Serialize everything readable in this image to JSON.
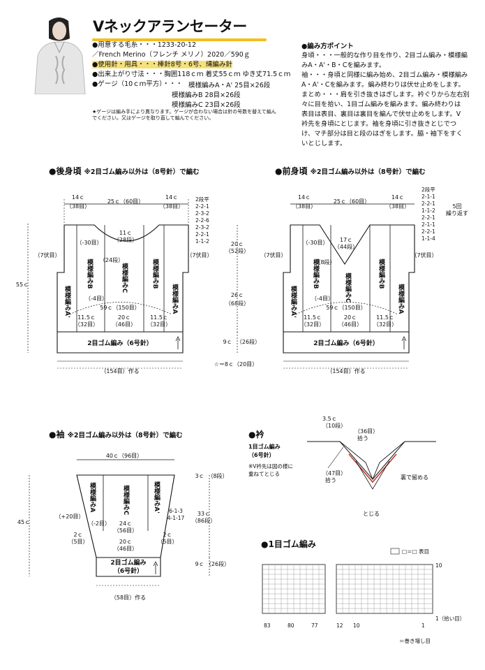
{
  "title": "Vネックアランセーター",
  "specs": {
    "yarn_label": "●用意する毛糸・・・",
    "yarn_code": "1233-20-12",
    "yarn_name": "／French Merino（フレンチ メリノ）2020／590ｇ",
    "needles": "●使用針・用具・・・棒針8号・6号、縄編み針",
    "size": "●出来上がり寸法・・・胸囲118ｃｍ 着丈55ｃｍ ゆき丈71.5ｃｍ",
    "gauge_label": "●ゲージ（10ｃｍ平方）・・・",
    "gauge_1": "模様編みA・A' 25目×26段",
    "gauge_2": "模様編みB  28目×26段",
    "gauge_3": "模様編みC  23目×26段",
    "note": "★ゲージは編み手により異なります。ゲージが合わない場合は針の号数を替えて編んでください。又はゲージを取り直して編んでください。"
  },
  "points": {
    "title": "●編み方ポイント",
    "lines": [
      "身頃・・・一般的な作り目を作り、2目ゴム編み・模様編",
      "みA・A'・B・Cを編みます。",
      "袖・・・身頃と同様に編み始め、2目ゴム編み・模様編み",
      "A・A'・Cを編みます。編み終わりは伏せ止めをします。",
      "まとめ・・・肩を引き抜きはぎします。衿ぐりから左右別",
      "々に目を拾い、1目ゴム編みを編みます。編み終わりは",
      "表目は表目、裏目は裏目を編んで伏せ止めをします。V",
      "衿先を身頃にとじます。袖を身頃に引き抜きとじでつ",
      "け、マチ部分は目と段のはぎをします。脇・袖下をすく",
      "いとじします。"
    ]
  },
  "back": {
    "title": "●後身頃",
    "subtitle": "※2目ゴム編み以外は（8号針）で編む",
    "shoulder_w": "14ｃ",
    "shoulder_st": "（38目）",
    "neck_w": "25ｃ（60目）",
    "neck_depth": "11ｃ",
    "neck_rows": "（28段）",
    "dec_30": "（-30目）",
    "dec_24": "（24段）",
    "dec_4": "（-4目）",
    "width_59": "59ｃ（150目）",
    "side_w": "11.5ｃ",
    "side_st": "（32目）",
    "center_w": "20ｃ",
    "center_st": "（46目）",
    "inc_7": "（7伏目）",
    "ribbing": "2目ゴム編み（6号針）",
    "cast_on": "（154目）作る",
    "height": "55ｃ",
    "armhole_h": "20ｃ",
    "armhole_rows": "（52段）",
    "body_h": "26ｃ",
    "body_rows": "（68段）",
    "rib_h": "9ｃ",
    "rib_rows": "（26段）",
    "star_note": "☆＝8ｃ（20目）",
    "neck_steps": [
      "2段平",
      "2-2-1",
      "2-3-2",
      "2-2-6",
      "2-3-2",
      "2-2-1",
      "1-1-2"
    ],
    "pattern_a": "模様編みA",
    "pattern_a2": "模様編みA'",
    "pattern_b": "模様編みB",
    "pattern_c": "模様編みC"
  },
  "front": {
    "title": "●前身頃",
    "subtitle": "※2目ゴム編み以外は（8号針）で編む",
    "neck_depth": "17ｃ",
    "neck_rows": "（44段）",
    "dec_8": "（8段）",
    "steps": [
      "2段平",
      "2-1-1",
      "2-2-1",
      "1-1-2",
      "2-2-1",
      "2-1-1",
      "2-2-1",
      "1-1-4"
    ],
    "repeat_5": "5回",
    "repeat_label": "繰り返す"
  },
  "sleeve": {
    "title": "●袖",
    "subtitle": "※2目ゴム編み以外は（8号針）で編む",
    "top_w": "40ｃ（96目）",
    "height": "45ｃ",
    "inc_20": "（+20目）",
    "dec_2": "（-2目）",
    "w24": "24ｃ",
    "st56": "（56目）",
    "w20": "20ｃ",
    "st46": "（46目）",
    "side_2c": "2ｃ",
    "side_5": "（5目）",
    "h3": "3ｃ",
    "rows8": "（8段）",
    "h33": "33ｃ",
    "rows86": "（86段）",
    "inc_steps": [
      "6-1-3",
      "4-1-17"
    ],
    "h9": "9ｃ",
    "rows26": "（26段）",
    "ribbing_1": "2目ゴム編み",
    "ribbing_2": "（6号針）",
    "cast_on": "（58目）作る"
  },
  "collar": {
    "title": "●衿",
    "rib_1": "1目ゴム編み",
    "rib_2": "（6号針）",
    "note_1": "※V衿先は図の様に",
    "note_2": "重ねてとじる",
    "w35": "3.5ｃ",
    "st10": "（10段）",
    "pick36": "（36目）",
    "pick_label": "拾う",
    "pick47": "（47目）",
    "back_stitch": "裏で留める",
    "join": "とじる"
  },
  "rib1": {
    "title": "●1目ゴム編み",
    "legend_knit": "□＝□ 表目",
    "legend_inc": "＝巻き増し目",
    "row_10": "10",
    "row_1": "1（拾い目）",
    "cols": [
      "83",
      "80",
      "77",
      "12",
      "10",
      "1"
    ]
  }
}
